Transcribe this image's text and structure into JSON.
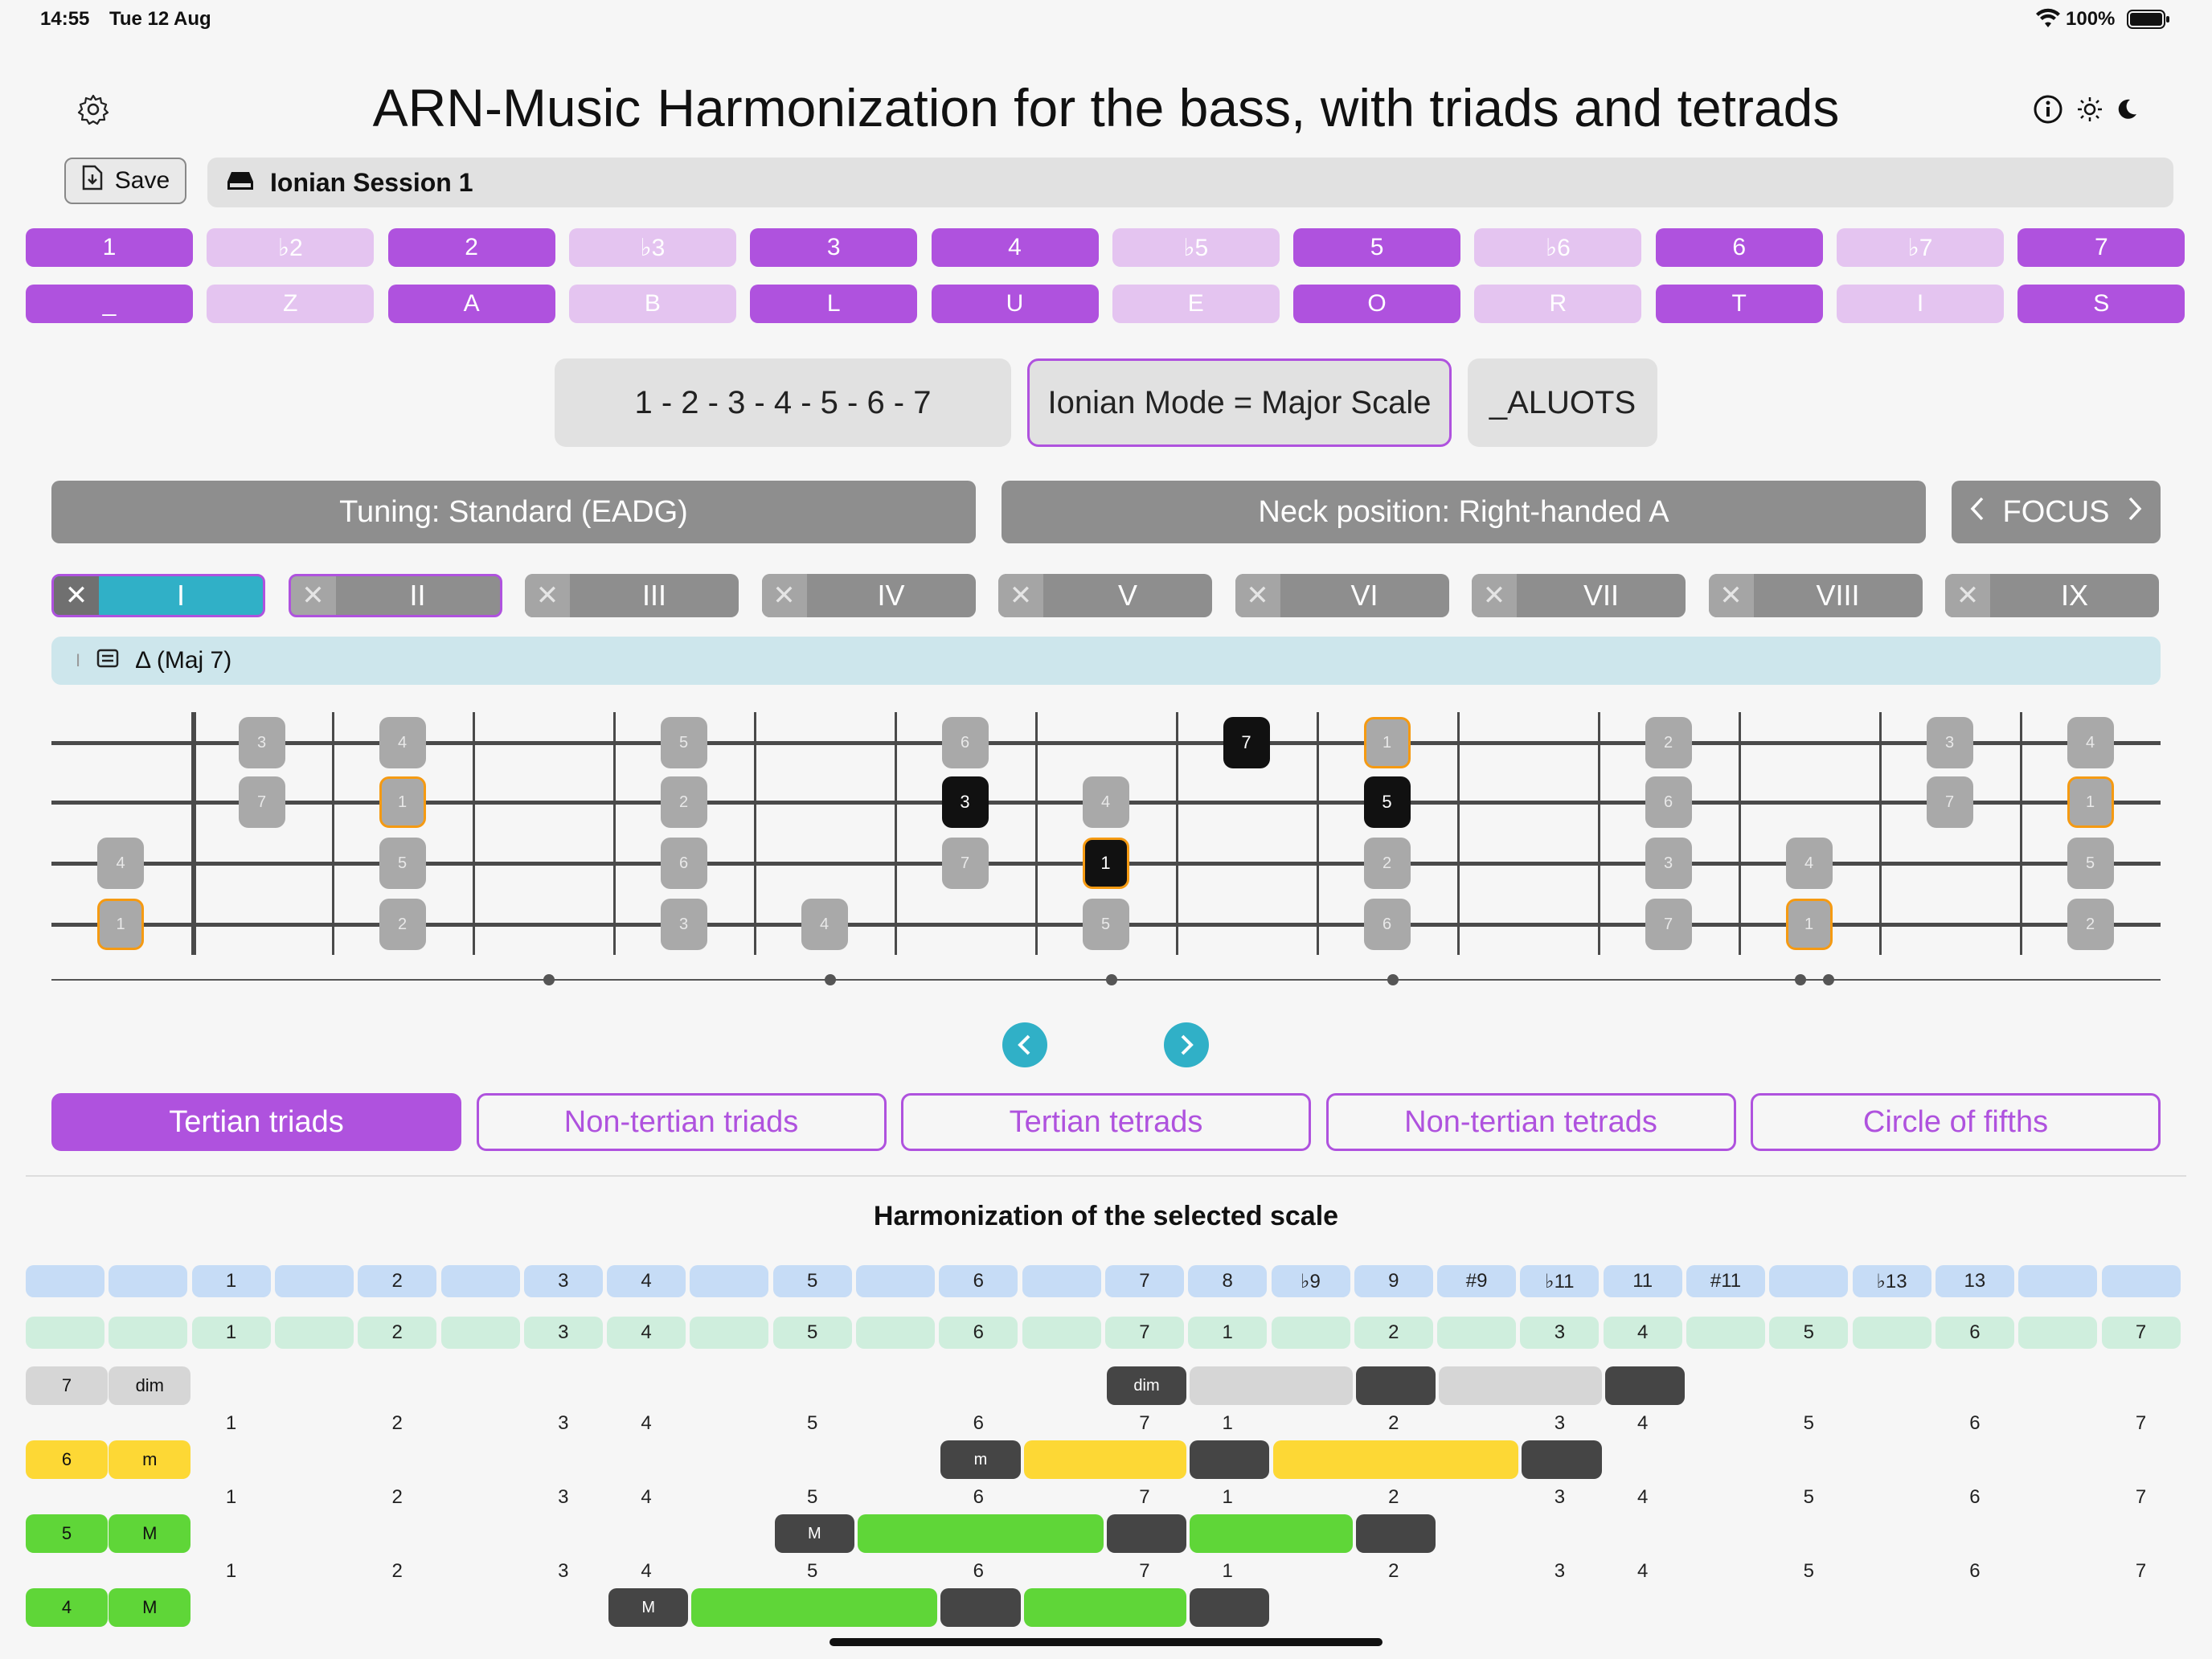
{
  "status": {
    "time": "14:55",
    "date": "Tue 12 Aug",
    "battery": "100%"
  },
  "header": {
    "app_name": "ARN-Music",
    "title": "Harmonization for the bass, with triads and tetrads"
  },
  "toolbar": {
    "save_label": "Save",
    "session_name": "Ionian Session 1"
  },
  "degrees": [
    {
      "label": "1",
      "on": true
    },
    {
      "label": "♭2",
      "on": false
    },
    {
      "label": "2",
      "on": true
    },
    {
      "label": "♭3",
      "on": false
    },
    {
      "label": "3",
      "on": true
    },
    {
      "label": "4",
      "on": true
    },
    {
      "label": "♭5",
      "on": false
    },
    {
      "label": "5",
      "on": true
    },
    {
      "label": "♭6",
      "on": false
    },
    {
      "label": "6",
      "on": true
    },
    {
      "label": "♭7",
      "on": false
    },
    {
      "label": "7",
      "on": true
    }
  ],
  "letters": [
    "_",
    "Z",
    "A",
    "B",
    "L",
    "U",
    "E",
    "O",
    "R",
    "T",
    "I",
    "S"
  ],
  "scale_info": {
    "formula": "1 - 2 - 3 - 4 - 5 - 6 - 7",
    "mode": "Ionian Mode = Major Scale",
    "code": "_ALUOTS"
  },
  "controls": {
    "tuning": "Tuning: Standard (EADG)",
    "neck": "Neck position: Right-handed A",
    "focus": "FOCUS"
  },
  "positions": [
    "I",
    "II",
    "III",
    "IV",
    "V",
    "VI",
    "VII",
    "VIII",
    "IX"
  ],
  "chord": {
    "marker": "I",
    "name": "Δ (Maj 7)"
  },
  "fretboard": {
    "notes": [
      {
        "s": 0,
        "f": 1,
        "t": "3"
      },
      {
        "s": 0,
        "f": 2,
        "t": "4"
      },
      {
        "s": 0,
        "f": 4,
        "t": "5"
      },
      {
        "s": 0,
        "f": 6,
        "t": "6"
      },
      {
        "s": 0,
        "f": 8,
        "t": "7",
        "k": "blk"
      },
      {
        "s": 0,
        "f": 9,
        "t": "1",
        "k": "root"
      },
      {
        "s": 0,
        "f": 11,
        "t": "2"
      },
      {
        "s": 0,
        "f": 13,
        "t": "3"
      },
      {
        "s": 0,
        "f": 14,
        "t": "4"
      },
      {
        "s": 1,
        "f": 1,
        "t": "7"
      },
      {
        "s": 1,
        "f": 2,
        "t": "1",
        "k": "root"
      },
      {
        "s": 1,
        "f": 4,
        "t": "2"
      },
      {
        "s": 1,
        "f": 6,
        "t": "3",
        "k": "blk"
      },
      {
        "s": 1,
        "f": 7,
        "t": "4"
      },
      {
        "s": 1,
        "f": 9,
        "t": "5",
        "k": "blk"
      },
      {
        "s": 1,
        "f": 11,
        "t": "6"
      },
      {
        "s": 1,
        "f": 13,
        "t": "7"
      },
      {
        "s": 1,
        "f": 14,
        "t": "1",
        "k": "root"
      },
      {
        "s": 2,
        "f": 0,
        "t": "4"
      },
      {
        "s": 2,
        "f": 2,
        "t": "5"
      },
      {
        "s": 2,
        "f": 4,
        "t": "6"
      },
      {
        "s": 2,
        "f": 6,
        "t": "7"
      },
      {
        "s": 2,
        "f": 7,
        "t": "1",
        "k": "blkroot"
      },
      {
        "s": 2,
        "f": 9,
        "t": "2"
      },
      {
        "s": 2,
        "f": 11,
        "t": "3"
      },
      {
        "s": 2,
        "f": 12,
        "t": "4"
      },
      {
        "s": 2,
        "f": 14,
        "t": "5"
      },
      {
        "s": 3,
        "f": 0,
        "t": "1",
        "k": "root"
      },
      {
        "s": 3,
        "f": 2,
        "t": "2"
      },
      {
        "s": 3,
        "f": 4,
        "t": "3"
      },
      {
        "s": 3,
        "f": 5,
        "t": "4"
      },
      {
        "s": 3,
        "f": 7,
        "t": "5"
      },
      {
        "s": 3,
        "f": 9,
        "t": "6"
      },
      {
        "s": 3,
        "f": 11,
        "t": "7"
      },
      {
        "s": 3,
        "f": 12,
        "t": "1",
        "k": "root"
      },
      {
        "s": 3,
        "f": 14,
        "t": "2"
      }
    ],
    "inlays": [
      3.5,
      5.5,
      7.5,
      9.5,
      12.4,
      12.6
    ]
  },
  "mode_tabs": [
    "Tertian triads",
    "Non-tertian triads",
    "Tertian tetrads",
    "Non-tertian tetrads",
    "Circle of fifths"
  ],
  "harmonization": {
    "title": "Harmonization of the selected scale",
    "intervals": [
      "",
      "",
      "1",
      "",
      "2",
      "",
      "3",
      "4",
      "",
      "5",
      "",
      "6",
      "",
      "7",
      "8",
      "♭9",
      "9",
      "#9",
      "♭11",
      "11",
      "#11",
      "",
      "♭13",
      "13",
      "",
      ""
    ],
    "degrees_row": [
      "",
      "",
      "1",
      "",
      "2",
      "",
      "3",
      "4",
      "",
      "5",
      "",
      "6",
      "",
      "7",
      "1",
      "",
      "2",
      "",
      "3",
      "4",
      "",
      "5",
      "",
      "6",
      "",
      "7"
    ],
    "number_row": [
      "",
      "",
      "1",
      "",
      "2",
      "",
      "3",
      "4",
      "",
      "5",
      "",
      "6",
      "",
      "7",
      "1",
      "",
      "2",
      "",
      "3",
      "4",
      "",
      "5",
      "",
      "6",
      "",
      "7"
    ],
    "rows": [
      {
        "deg": "7",
        "qual": "dim",
        "color": "lg",
        "label_color": "#d6d6d6",
        "segs": [
          {
            "from": 13,
            "to": 13,
            "c": "dk",
            "t": "dim"
          },
          {
            "from": 14,
            "to": 15,
            "c": "lg",
            "t": ""
          },
          {
            "from": 16,
            "to": 16,
            "c": "dk",
            "t": ""
          },
          {
            "from": 17,
            "to": 18,
            "c": "lg",
            "t": ""
          },
          {
            "from": 19,
            "to": 19,
            "c": "dk",
            "t": ""
          }
        ]
      },
      {
        "deg": "6",
        "qual": "m",
        "label_color": "#fdd835",
        "segs": [
          {
            "from": 11,
            "to": 11,
            "c": "dk",
            "t": "m"
          },
          {
            "from": 12,
            "to": 13,
            "c": "yl",
            "t": ""
          },
          {
            "from": 14,
            "to": 14,
            "c": "dk",
            "t": ""
          },
          {
            "from": 15,
            "to": 17,
            "c": "yl",
            "t": ""
          },
          {
            "from": 18,
            "to": 18,
            "c": "dk",
            "t": ""
          }
        ]
      },
      {
        "deg": "5",
        "qual": "M",
        "label_color": "#5fd638",
        "segs": [
          {
            "from": 9,
            "to": 9,
            "c": "dk",
            "t": "M"
          },
          {
            "from": 10,
            "to": 12,
            "c": "gr",
            "t": ""
          },
          {
            "from": 13,
            "to": 13,
            "c": "dk",
            "t": ""
          },
          {
            "from": 14,
            "to": 15,
            "c": "gr",
            "t": ""
          },
          {
            "from": 16,
            "to": 16,
            "c": "dk",
            "t": ""
          }
        ]
      },
      {
        "deg": "4",
        "qual": "M",
        "label_color": "#5fd638",
        "segs": [
          {
            "from": 7,
            "to": 7,
            "c": "dk",
            "t": "M"
          },
          {
            "from": 8,
            "to": 10,
            "c": "gr",
            "t": ""
          },
          {
            "from": 11,
            "to": 11,
            "c": "dk",
            "t": ""
          },
          {
            "from": 12,
            "to": 13,
            "c": "gr",
            "t": ""
          },
          {
            "from": 14,
            "to": 14,
            "c": "dk",
            "t": ""
          }
        ]
      }
    ]
  },
  "colors": {
    "accent": "#af52de",
    "accent_light": "#e4c4f0",
    "teal": "#30b0c7",
    "grey": "#8e8e8e",
    "root_outline": "#f59a12"
  }
}
